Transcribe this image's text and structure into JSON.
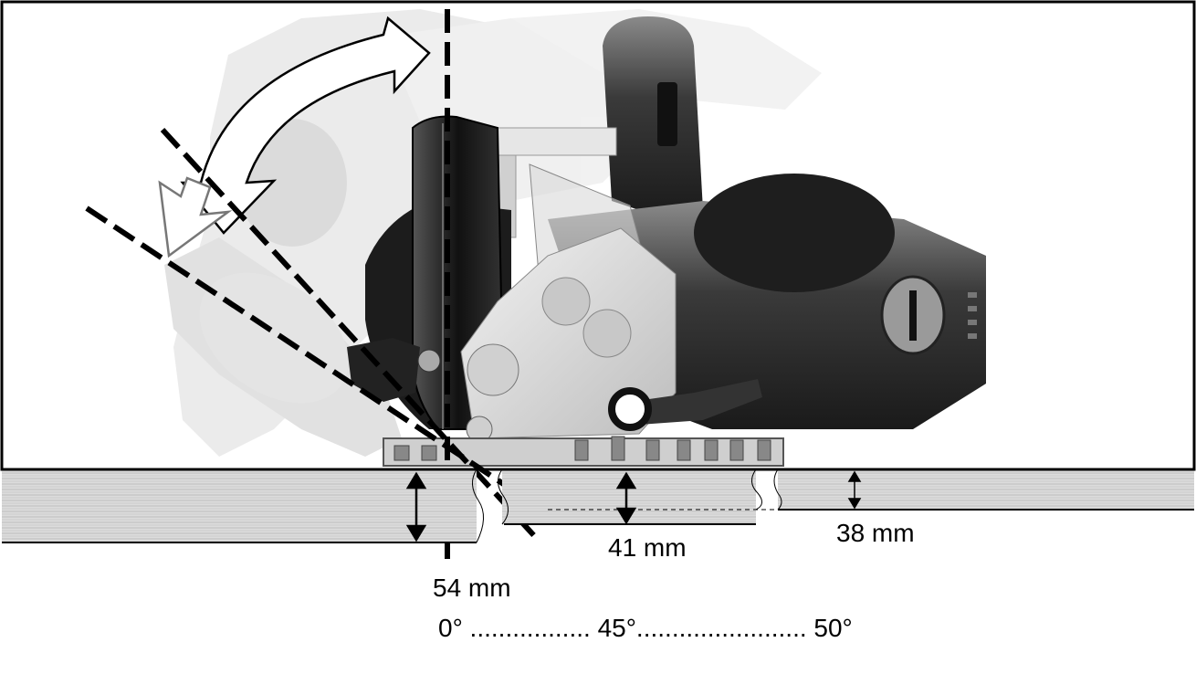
{
  "labels": {
    "depth_0": "54 mm",
    "depth_45": "41 mm",
    "depth_50": "38 mm",
    "angles": "0° ................. 45°........................ 50°"
  },
  "colors": {
    "frame": "#000000",
    "tool_dark": "#222222",
    "tool_mid": "#555555",
    "tool_light": "#cfcfcf",
    "ghost": "#e6e6e6",
    "wood": "#d9d9d9"
  },
  "icons": {
    "bevel_arrow": "double-curved-arrow-icon",
    "depth_arrow": "double-vertical-arrow-icon"
  }
}
